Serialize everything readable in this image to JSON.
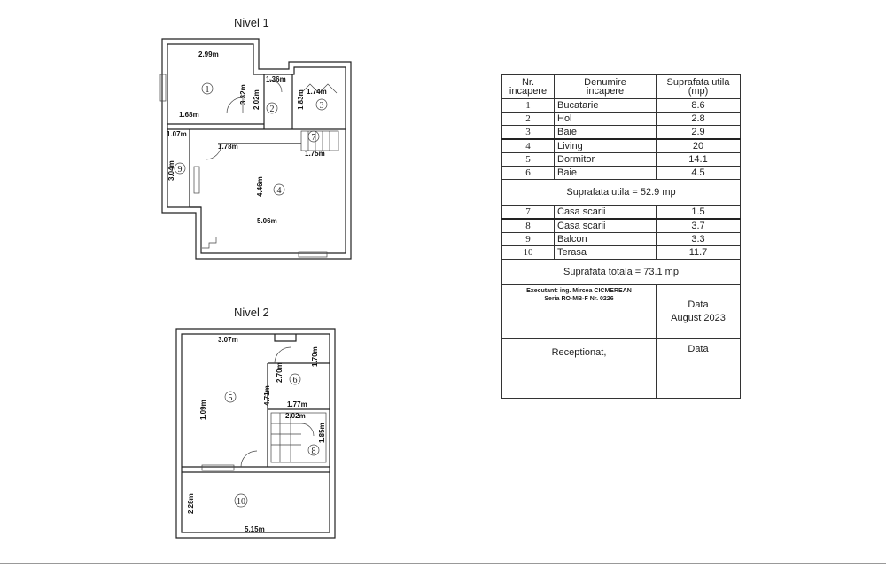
{
  "levels": {
    "level1_title": "Nivel 1",
    "level2_title": "Nivel 2"
  },
  "plan_labels": {
    "l1": {
      "d_299": "2.99m",
      "d_136": "1.36m",
      "d_174": "1.74m",
      "d_332": "3.32m",
      "d_202": "2.02m",
      "d_183": "1.83m",
      "d_168": "1.68m",
      "d_107": "1.07m",
      "d_178": "1.78m",
      "d_175": "1.75m",
      "d_304": "3.04m",
      "d_446": "4.46m",
      "d_506": "5.06m",
      "r1": "1",
      "r2": "2",
      "r3": "3",
      "r4": "4",
      "r7": "7",
      "r9": "9"
    },
    "l2": {
      "d_307": "3.07m",
      "d_170": "1.70m",
      "d_270": "2.70m",
      "d_471": "4.71m",
      "d_109": "1.09m",
      "d_177": "1.77m",
      "d_202": "2.02m",
      "d_185": "1.85m",
      "d_228": "2.28m",
      "d_515": "5.15m",
      "r5": "5",
      "r6": "6",
      "r8": "8",
      "r10": "10"
    }
  },
  "table": {
    "headers": {
      "nr": "Nr.\nincapere",
      "name": "Denumire\nincapere",
      "area": "Suprafata utila\n(mp)"
    },
    "rows_a": [
      {
        "nr": "1",
        "name": "Bucatarie",
        "area": "8.6"
      },
      {
        "nr": "2",
        "name": "Hol",
        "area": "2.8"
      },
      {
        "nr": "3",
        "name": "Baie",
        "area": "2.9"
      },
      {
        "nr": "4",
        "name": "Living",
        "area": "20"
      },
      {
        "nr": "5",
        "name": "Dormitor",
        "area": "14.1"
      },
      {
        "nr": "6",
        "name": "Baie",
        "area": "4.5"
      }
    ],
    "subtotal": "Suprafata utila = 52.9 mp",
    "rows_b": [
      {
        "nr": "7",
        "name": "Casa scarii",
        "area": "1.5"
      },
      {
        "nr": "8",
        "name": "Casa scarii",
        "area": "3.7"
      },
      {
        "nr": "9",
        "name": "Balcon",
        "area": "3.3"
      },
      {
        "nr": "10",
        "name": "Terasa",
        "area": "11.7"
      }
    ],
    "total": "Suprafata totala = 73.1 mp",
    "executant_line1": "Executant: ing. Mircea CICMEREAN",
    "executant_line2": "Seria RO-MB-F Nr. 0226",
    "date_label": "Data",
    "date_value": "August 2023",
    "receptionat": "Receptionat,",
    "date_label2": "Data"
  }
}
